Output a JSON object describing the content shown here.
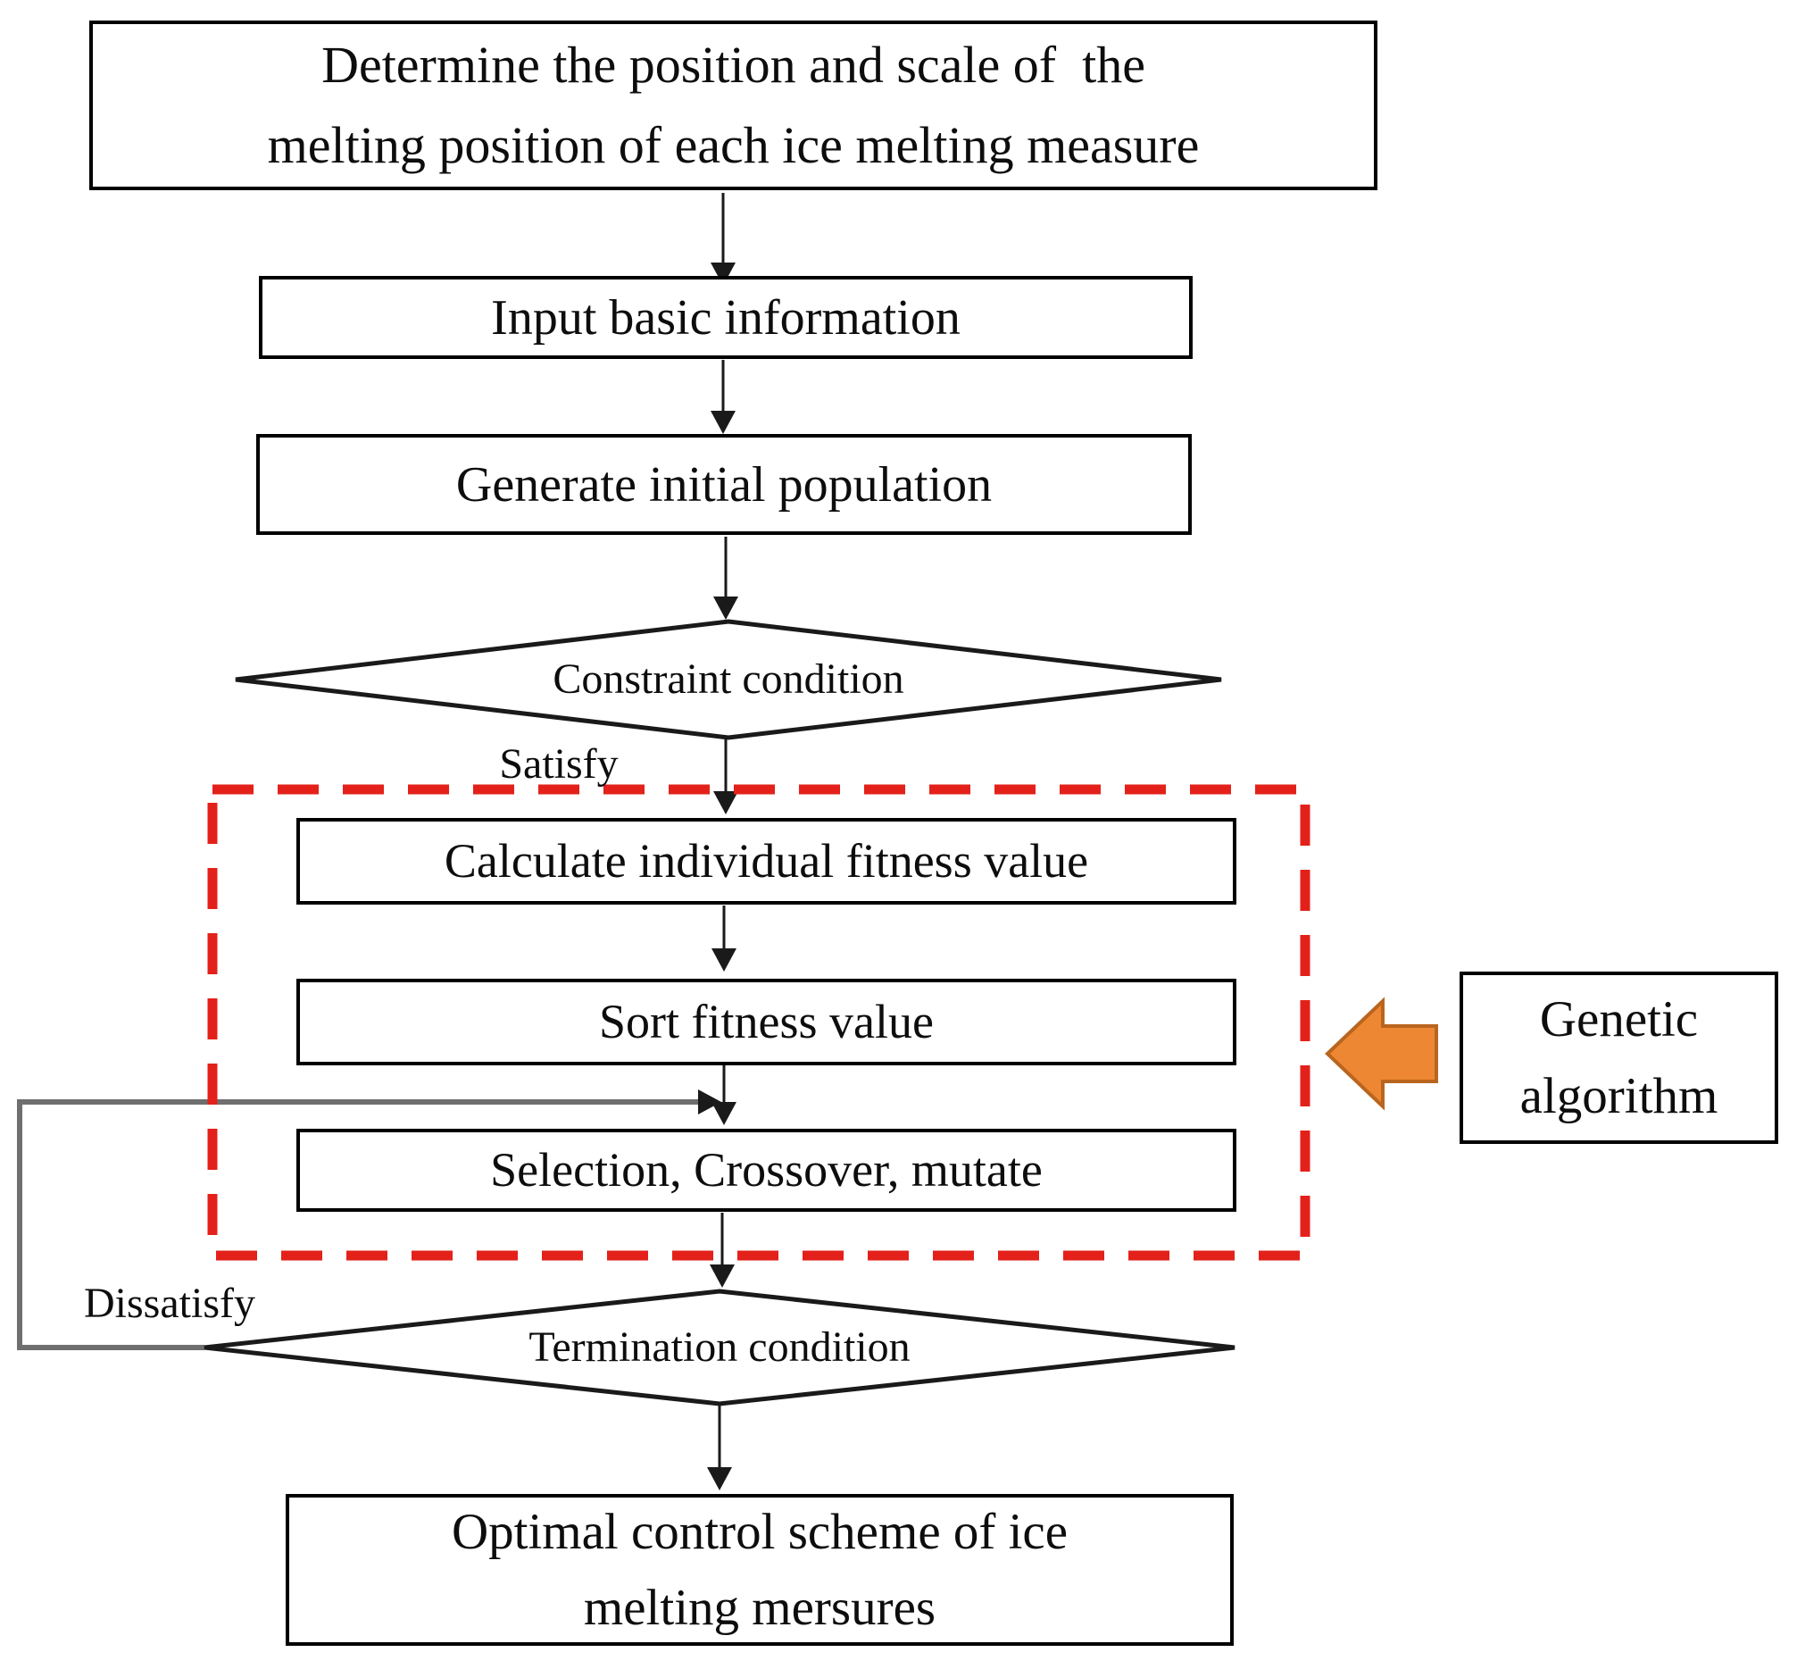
{
  "diagram": {
    "title": "Ice melting measures genetic algorithm flowchart",
    "nodes": {
      "determine": {
        "lines": [
          "Determine the position and scale of  the",
          "melting position of each ice melting measure"
        ]
      },
      "input_info": {
        "label": "Input basic information"
      },
      "generate_population": {
        "label": "Generate initial population"
      },
      "constraint_decision": {
        "label": "Constraint condition"
      },
      "calculate_fitness": {
        "label": "Calculate individual fitness value"
      },
      "sort_fitness": {
        "label": "Sort fitness value"
      },
      "selection_crossover": {
        "label": "Selection, Crossover, mutate"
      },
      "termination_decision": {
        "label": "Termination condition"
      },
      "optimal_scheme": {
        "lines": [
          "Optimal control scheme of ice",
          "melting mersures"
        ]
      },
      "genetic_algorithm": {
        "lines": [
          "Genetic",
          "algorithm"
        ]
      }
    },
    "edge_labels": {
      "satisfy": "Satisfy",
      "dissatisfy": "Dissatisfy"
    },
    "colors": {
      "background": "#ffffff",
      "node_border": "#000000",
      "node_fill": "#ffffff",
      "text": "#0d0d0d",
      "connector": "#1a1a1a",
      "feedback_line": "#6f6f6f",
      "dashed_region": "#e3211a",
      "pointer_fill": "#ed8733",
      "pointer_stroke": "#b9651f"
    }
  }
}
